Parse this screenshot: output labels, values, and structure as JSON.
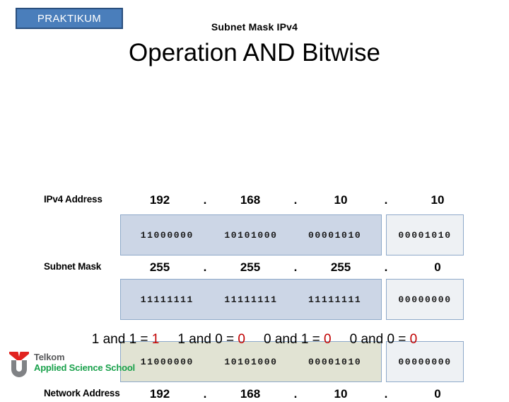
{
  "header": {
    "badge_label": "PRAKTIKUM",
    "subtitle": "Subnet Mask IPv4",
    "title": "Operation AND Bitwise",
    "badge_fill": "#4a7ebb",
    "badge_border": "#2a4f7e"
  },
  "diagram": {
    "separator": ".",
    "rows": [
      {
        "label": "IPv4 Address",
        "octets": [
          "192",
          "168",
          "10",
          "10"
        ],
        "binary": [
          "11000000",
          "10101000",
          "00001010"
        ],
        "binary_last": "00001010",
        "fill": "#ccd6e6"
      },
      {
        "label": "Subnet Mask",
        "octets": [
          "255",
          "255",
          "255",
          "0"
        ],
        "binary": [
          "11111111",
          "11111111",
          "11111111"
        ],
        "binary_last": "00000000",
        "fill": "#ccd6e6"
      },
      {
        "label": "Network Address",
        "octets": [
          "192",
          "168",
          "10",
          "0"
        ],
        "binary": [
          "11000000",
          "10101000",
          "00001010"
        ],
        "binary_last": "00000000",
        "fill": "#e1e3d3"
      }
    ]
  },
  "truth_table": {
    "result_color": "#c00000",
    "items": [
      {
        "expr": "1 and 1 = ",
        "result": "1"
      },
      {
        "expr": "1 and 0 = ",
        "result": "0"
      },
      {
        "expr": "0 and 1 = ",
        "result": "0"
      },
      {
        "expr": "0 and 0 = ",
        "result": "0"
      }
    ]
  },
  "logo": {
    "line1": "Telkom",
    "line2": "Applied Science School",
    "mark_top_color": "#e1231f",
    "mark_bottom_color": "#808285",
    "line1_color": "#58595b",
    "line2_color": "#19a14b"
  }
}
